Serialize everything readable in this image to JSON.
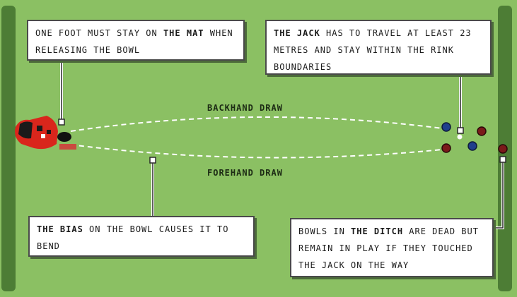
{
  "callouts": {
    "mat": {
      "pre": "one foot must stay on ",
      "bold": "the mat",
      "post": " when releasing the bowl"
    },
    "jack": {
      "pre": "",
      "bold": "the jack",
      "post": " has to travel at least 23 metres and stay within the rink boundaries"
    },
    "bias": {
      "pre": "",
      "bold": "the bias",
      "post": " on the bowl causes it to bend"
    },
    "ditch": {
      "pre": "bowls in ",
      "bold": "the ditch",
      "post": " are dead but remain in play if they touched the jack on the way"
    }
  },
  "paths": {
    "backhand_label": "backhand draw",
    "forehand_label": "forehand draw"
  },
  "colors": {
    "green": "#8bc063",
    "ditch": "#4d7d35",
    "bowler": "#d9261c",
    "bowl_blue": "#1f3f8c",
    "bowl_red": "#7a1a1a",
    "jack": "#ffffff"
  }
}
